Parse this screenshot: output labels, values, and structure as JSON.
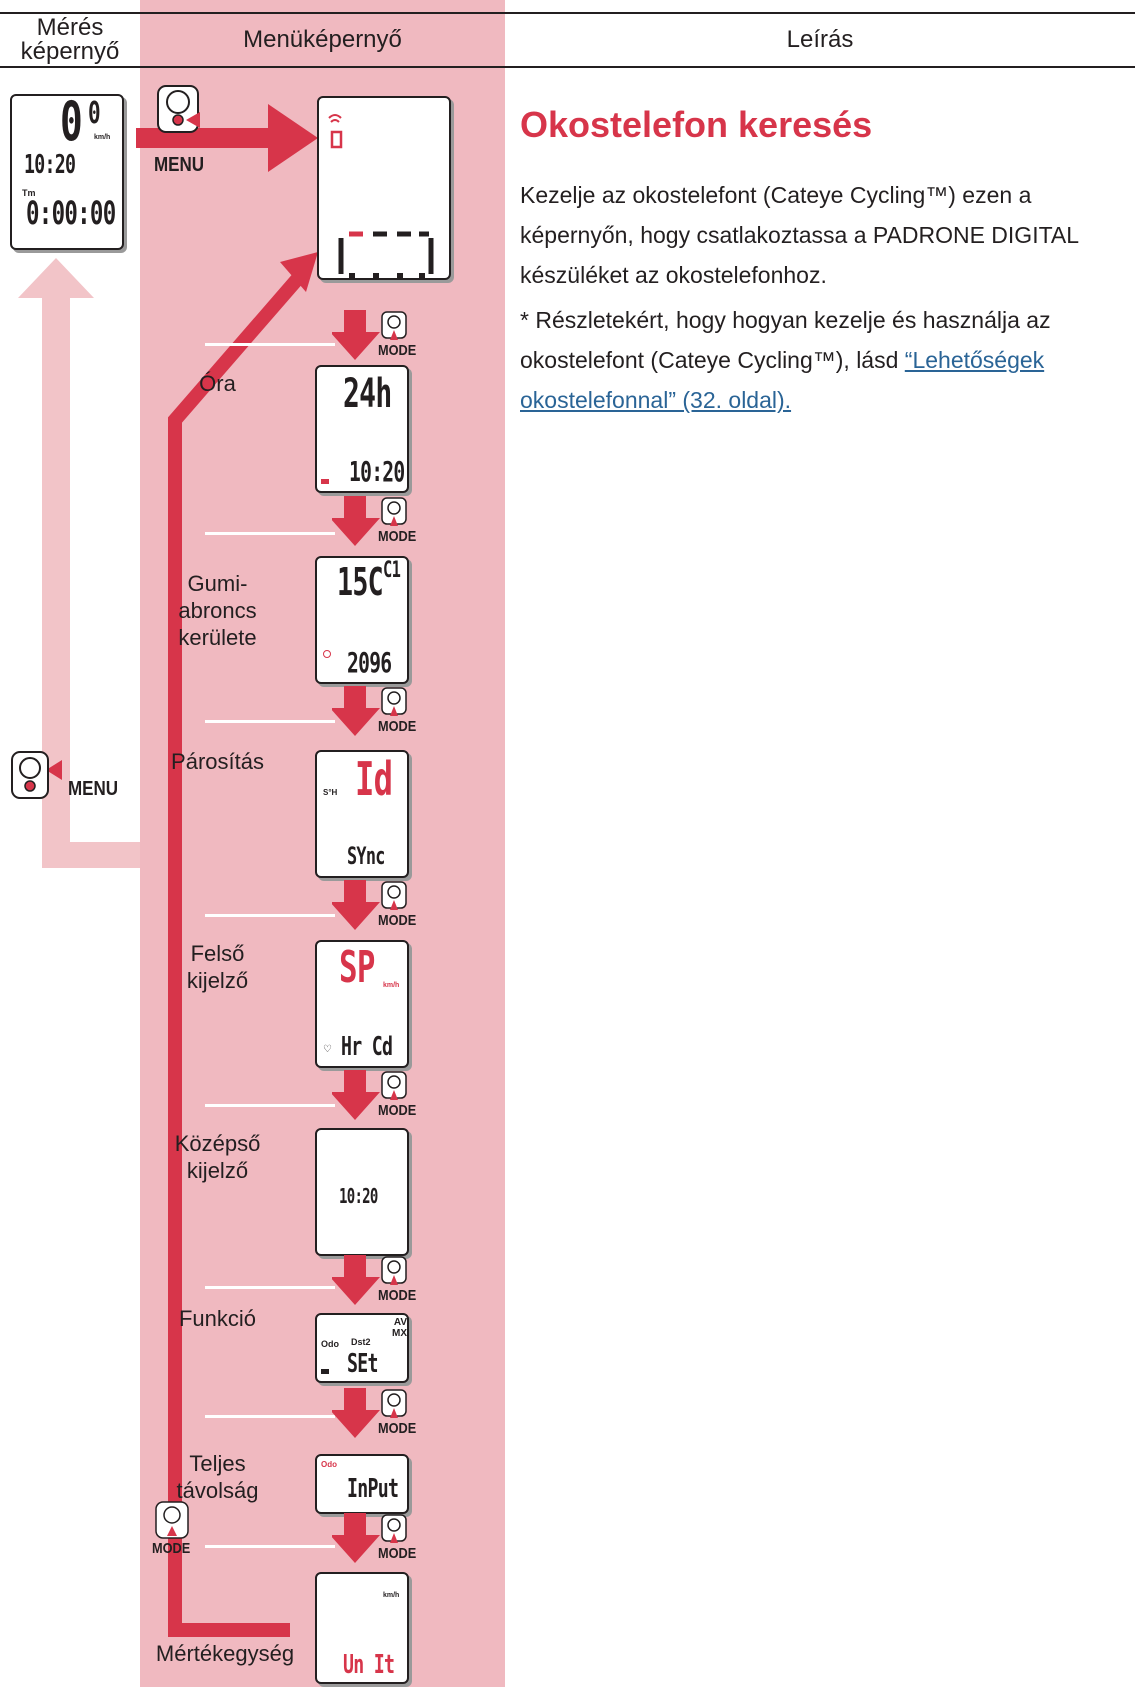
{
  "header": {
    "col1": "Mérés képernyő",
    "col1_line1": "Mérés",
    "col1_line2": "képernyő",
    "col2": "Menüképernyő",
    "col3": "Leírás"
  },
  "colors": {
    "accent": "#d7354a",
    "menu_column_bg": "#f0b9c0",
    "arrow_light": "#f2c4c8",
    "link": "#2a6496"
  },
  "measurement_screen": {
    "speed": "0",
    "speed_decimal": "0",
    "speed_unit": "km/h",
    "clock": "10:20",
    "tm_label": "Tm",
    "time": "0:00:00"
  },
  "buttons": {
    "menu": "MENU",
    "mode": "MODE"
  },
  "content": {
    "title": "Okostelefon keresés",
    "description": "Kezelje az okostelefont (Cateye Cycling™) ezen a képernyőn, hogy csatlakoztassa a PADRONE DIGITAL készüléket az okostelefonhoz.",
    "note_prefix": "*",
    "note_text": "Részletekért, hogy hogyan kezelje és használja az okostelefont (Cateye Cycling™), lásd ",
    "note_link": "“Lehetőségek okostelefonnal” (32. oldal)."
  },
  "menu_items": [
    {
      "label_lines": [
        "Óra"
      ],
      "lcd_top": "24h",
      "lcd_bottom": "10:20"
    },
    {
      "label_lines": [
        "Gumi-",
        "abroncs",
        "kerülete"
      ],
      "lcd_top": "15C",
      "lcd_top_right": "C1",
      "lcd_bottom": "2096"
    },
    {
      "label_lines": [
        "Párosítás"
      ],
      "lcd_top": "Id",
      "lcd_bottom": "SYnc"
    },
    {
      "label_lines": [
        "Felső",
        "kijelző"
      ],
      "lcd_top": "SP",
      "lcd_top_unit": "km/h",
      "lcd_bottom": "Hr Cd"
    },
    {
      "label_lines": [
        "Középső",
        "kijelző"
      ],
      "lcd_bottom": "10:20"
    },
    {
      "label_lines": [
        "Funkció"
      ],
      "lcd_top_left": "Odo",
      "lcd_top_mid": "Dst2",
      "lcd_top_right": "AV MX",
      "lcd_bottom": "SEt"
    },
    {
      "label_lines": [
        "Teljes",
        "távolság"
      ],
      "lcd_top_left": "Odo",
      "lcd_bottom": "InPut"
    },
    {
      "label_lines": [
        "Mértékegység"
      ],
      "lcd_top_unit": "km/h",
      "lcd_bottom": "Un It"
    }
  ]
}
